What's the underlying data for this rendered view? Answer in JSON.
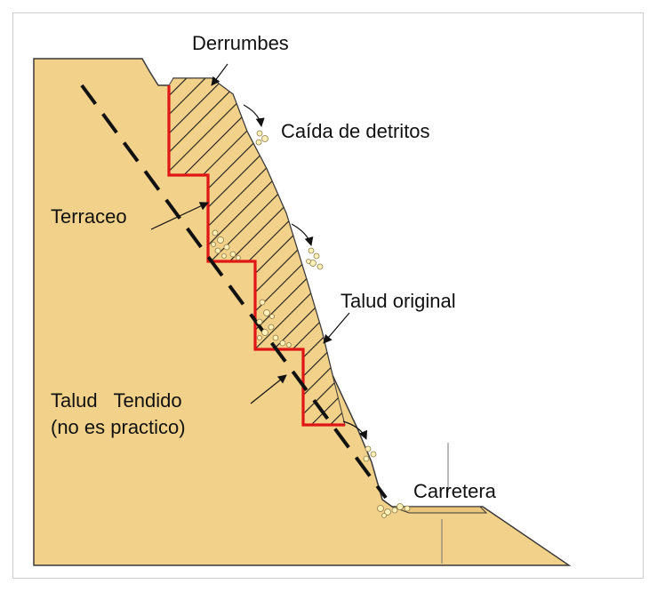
{
  "labels": {
    "derrumbes": "Derrumbes",
    "caida": "Caída de detritos",
    "terraceo": "Terraceo",
    "talud_original": "Talud original",
    "talud_tendido_1": "Talud   Tendido",
    "talud_tendido_2": "(no es practico)",
    "carretera": "Carretera"
  },
  "colors": {
    "ground": "#f2d28a",
    "outline": "#3a3a3a",
    "terrace": "#e01515",
    "hatch": "#1a1a1a",
    "dashed": "#111111",
    "debris": "#fff0b8"
  }
}
